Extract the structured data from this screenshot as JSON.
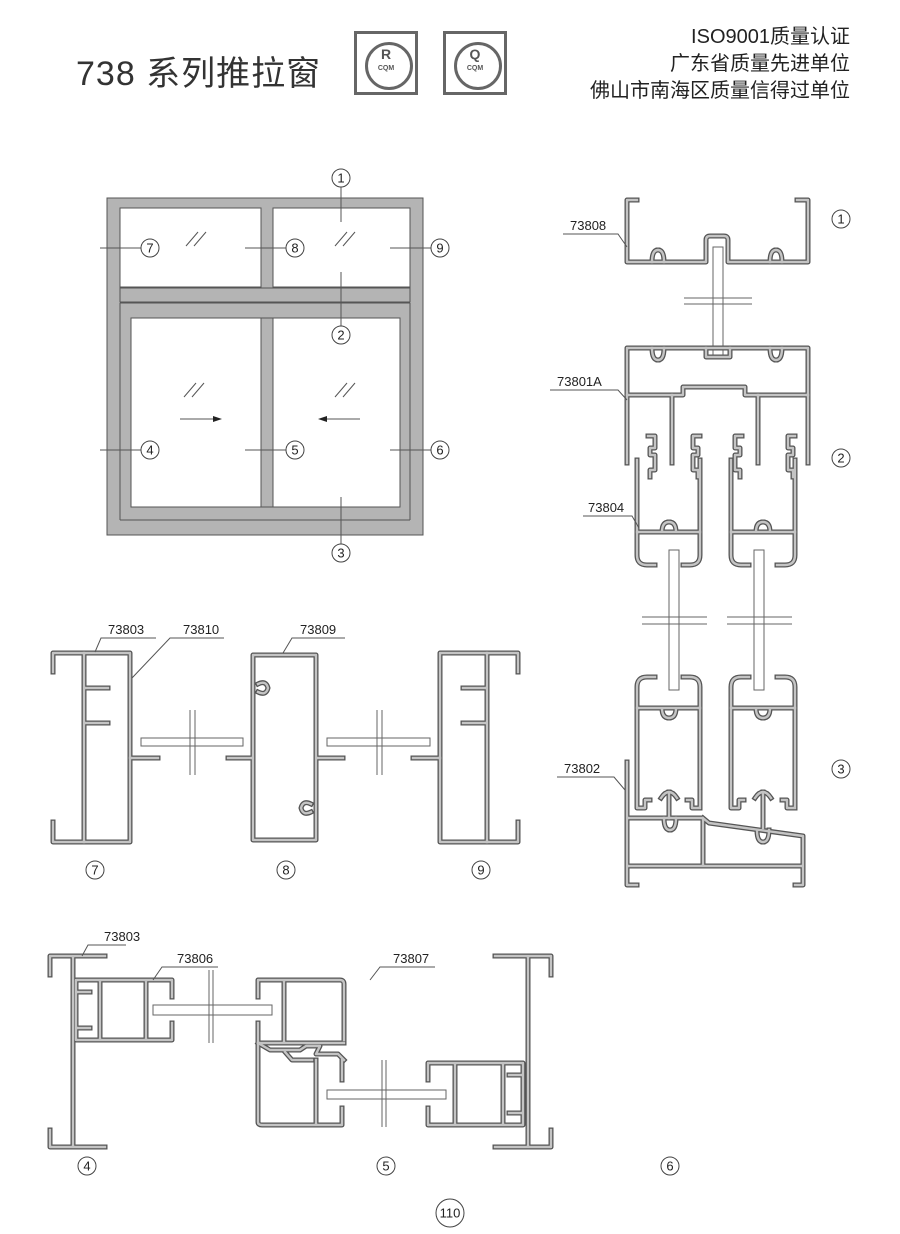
{
  "header": {
    "title": "738 系列推拉窗",
    "logos": [
      {
        "mark": "R",
        "text": "CQM"
      },
      {
        "mark": "Q",
        "text": "CQM"
      }
    ],
    "certifications": [
      "ISO9001质量认证",
      "广东省质量先进单位",
      "佛山市南海区质量信得过单位"
    ]
  },
  "elevation": {
    "callouts": [
      "1",
      "2",
      "3",
      "4",
      "5",
      "6",
      "7",
      "8",
      "9"
    ]
  },
  "sections": {
    "right_labels": [
      "1",
      "2",
      "3"
    ],
    "profiles": {
      "p73808": "73808",
      "p73801A": "73801A",
      "p73804": "73804",
      "p73802": "73802",
      "p73803a": "73803",
      "p73810": "73810",
      "p73809": "73809",
      "p73803b": "73803",
      "p73806": "73806",
      "p73807": "73807"
    },
    "mid_labels": [
      "7",
      "8",
      "9"
    ],
    "bottom_labels": [
      "4",
      "5",
      "6"
    ]
  },
  "page_number": "110"
}
